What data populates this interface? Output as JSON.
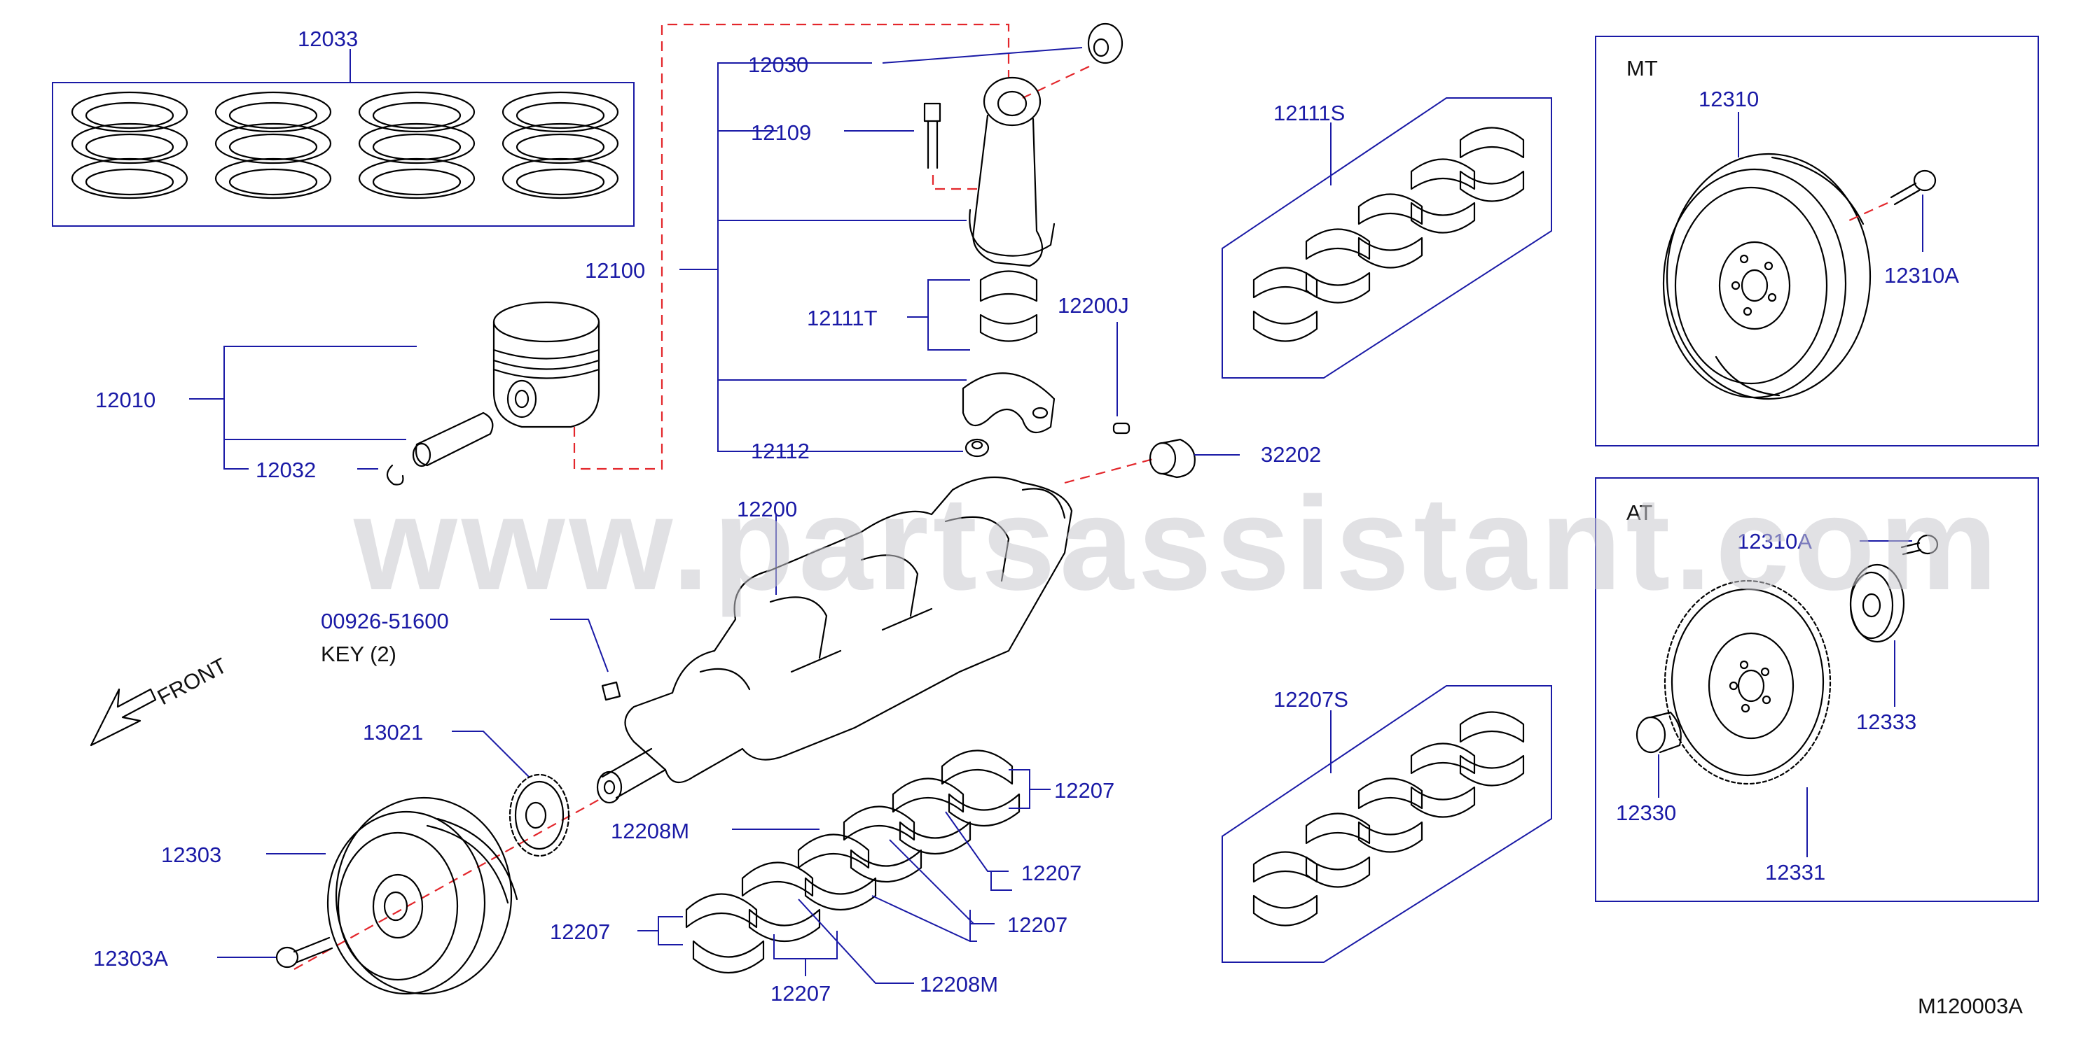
{
  "diagram": {
    "code": "M120003A",
    "watermark": "www.partsassistant.com",
    "front_label": "FRONT",
    "key_note": "KEY   (2)",
    "parts": {
      "p12033": "12033",
      "p12030": "12030",
      "p12109": "12109",
      "p12100": "12100",
      "p12111T": "12111T",
      "p12200J": "12200J",
      "p12010": "12010",
      "p12032": "12032",
      "p12112": "12112",
      "p32202": "32202",
      "p12200": "12200",
      "p00926": "00926-51600",
      "p13021": "13021",
      "p12303": "12303",
      "p12303A": "12303A",
      "p12111S": "12111S",
      "p12207S": "12207S",
      "p12207_a": "12207",
      "p12207_b": "12207",
      "p12207_c": "12207",
      "p12207_d": "12207",
      "p12207_e": "12207",
      "p12208M_a": "12208M",
      "p12208M_b": "12208M"
    },
    "mt": {
      "title": "MT",
      "flywheel": "12310",
      "bolt": "12310A"
    },
    "at": {
      "title": "AT",
      "bolt": "12310A",
      "plate": "12333",
      "pilot": "12330",
      "drive_plate": "12331"
    }
  }
}
